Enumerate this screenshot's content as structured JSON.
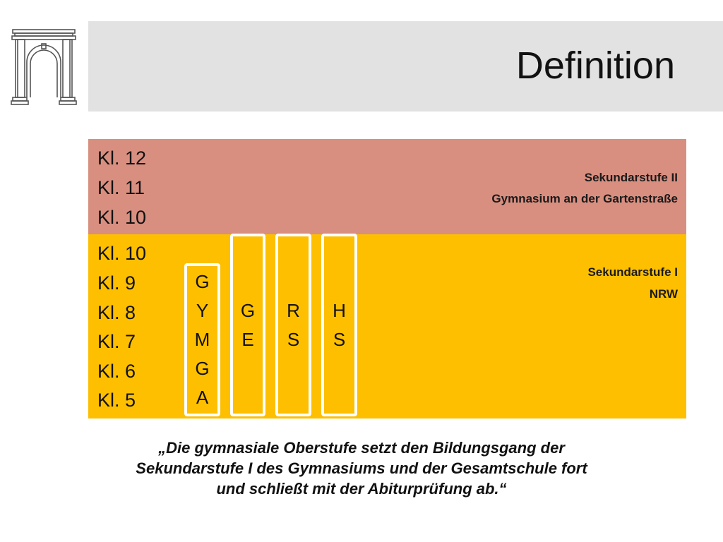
{
  "slide": {
    "title": "Definition"
  },
  "upper_band": {
    "grades": [
      "Kl. 12",
      "Kl. 11",
      "Kl. 10"
    ],
    "label_lines": [
      "Sekundarstufe II",
      "Gymnasium an der Gartenstraße"
    ],
    "color": "#d98f80"
  },
  "lower_band": {
    "grades": [
      "Kl. 10",
      "Kl. 9",
      "Kl. 8",
      "Kl. 7",
      "Kl. 6",
      "Kl. 5"
    ],
    "label_lines": [
      "Sekundarstufe I",
      "NRW"
    ],
    "color": "#fdbf00"
  },
  "school_types": [
    {
      "letters": [
        "G",
        "Y",
        "M",
        "G",
        "A"
      ]
    },
    {
      "letters": [
        "G",
        "E"
      ]
    },
    {
      "letters": [
        "R",
        "S"
      ]
    },
    {
      "letters": [
        "H",
        "S"
      ]
    }
  ],
  "quote": {
    "lines": [
      "„Die gymnasiale Oberstufe setzt den Bildungsgang der",
      "Sekundarstufe I des Gymnasiums und der Gesamtschule fort",
      "und schließt mit der Abiturprüfung ab.“"
    ]
  },
  "icons": {
    "logo": "building-portal-icon"
  }
}
